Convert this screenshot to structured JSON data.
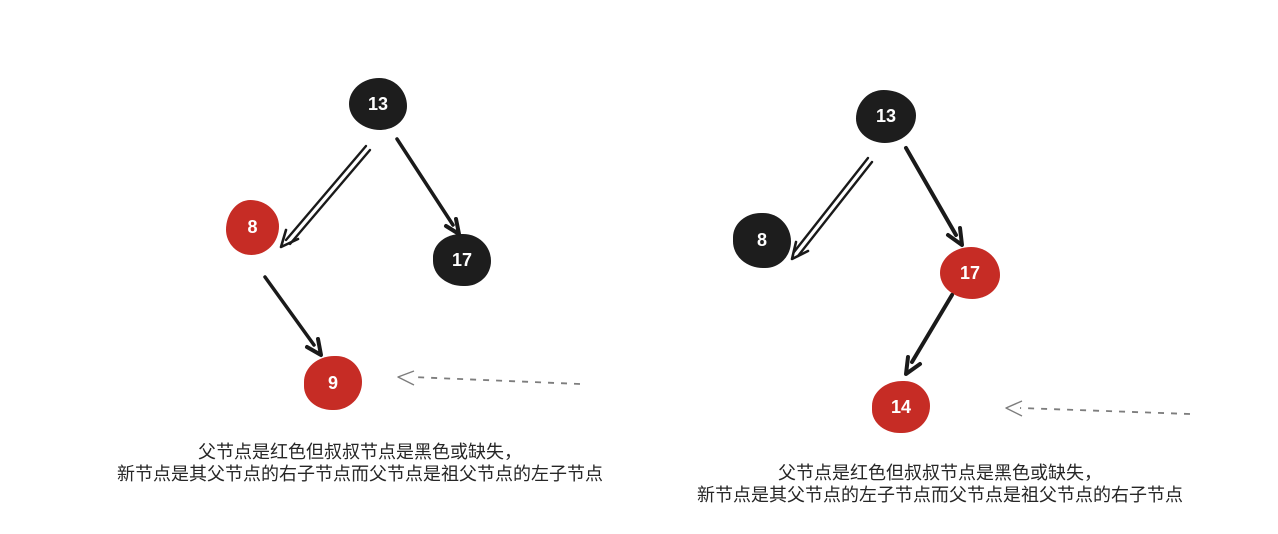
{
  "figure_title": "red-black-tree-insertion-cases",
  "colors": {
    "node_red": "#c62c25",
    "node_black": "#1d1d1d",
    "edge": "#1a1a1a",
    "dashed": "#7d7d7d",
    "caption": "#262626"
  },
  "trees": [
    {
      "id": "left-case",
      "nodes": [
        {
          "label": "13",
          "color": "black"
        },
        {
          "label": "8",
          "color": "red"
        },
        {
          "label": "17",
          "color": "black"
        },
        {
          "label": "9",
          "color": "red"
        }
      ],
      "edges": [
        {
          "from": "13",
          "to": "8",
          "style": "double"
        },
        {
          "from": "13",
          "to": "17",
          "style": "single"
        },
        {
          "from": "8",
          "to": "9",
          "style": "single"
        },
        {
          "style": "dashed-pointer",
          "points_to": "9"
        }
      ],
      "caption_line1": "父节点是红色但叔叔节点是黑色或缺失，",
      "caption_line2": "新节点是其父节点的右子节点而父节点是祖父节点的左子节点"
    },
    {
      "id": "right-case",
      "nodes": [
        {
          "label": "13",
          "color": "black"
        },
        {
          "label": "8",
          "color": "black"
        },
        {
          "label": "17",
          "color": "red"
        },
        {
          "label": "14",
          "color": "red"
        }
      ],
      "edges": [
        {
          "from": "13",
          "to": "8",
          "style": "double"
        },
        {
          "from": "13",
          "to": "17",
          "style": "single"
        },
        {
          "from": "17",
          "to": "14",
          "style": "single"
        },
        {
          "style": "dashed-pointer",
          "points_to": "14"
        }
      ],
      "caption_line1": "父节点是红色但叔叔节点是黑色或缺失，",
      "caption_line2": "新节点是其父节点的左子节点而父节点是祖父节点的右子节点"
    }
  ]
}
